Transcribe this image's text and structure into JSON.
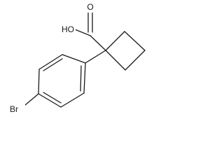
{
  "molecule": {
    "atom_labels": {
      "carboxyl_oxygen": "O",
      "hydroxyl": "HO",
      "bromine": "Br"
    }
  }
}
